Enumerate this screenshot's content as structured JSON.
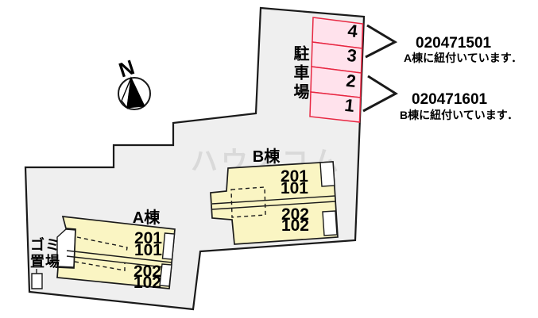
{
  "watermark": "ハウスコム",
  "compass": {
    "label": "N"
  },
  "parking": {
    "label": "駐車場",
    "stalls": [
      "4",
      "3",
      "2",
      "1"
    ]
  },
  "buildings": {
    "a": {
      "name": "A棟",
      "units": [
        "201",
        "101",
        "202",
        "102"
      ]
    },
    "b": {
      "name": "B棟",
      "units": [
        "201",
        "101",
        "202",
        "102"
      ]
    }
  },
  "garbage": {
    "line1": "ゴミ",
    "line2": "置場"
  },
  "annotations": [
    {
      "code": "020471501",
      "note": "A棟に紐付いています．"
    },
    {
      "code": "020471601",
      "note": "B棟に紐付いています．"
    }
  ],
  "colors": {
    "site_fill": "#efefef",
    "outline": "#1a1a1a",
    "parking_fill": "#ffe2ec",
    "parking_border": "#e82742",
    "building_fill": "#faf5c3",
    "building_border": "#1a1a1a",
    "watermark": "#d9d9d9"
  }
}
